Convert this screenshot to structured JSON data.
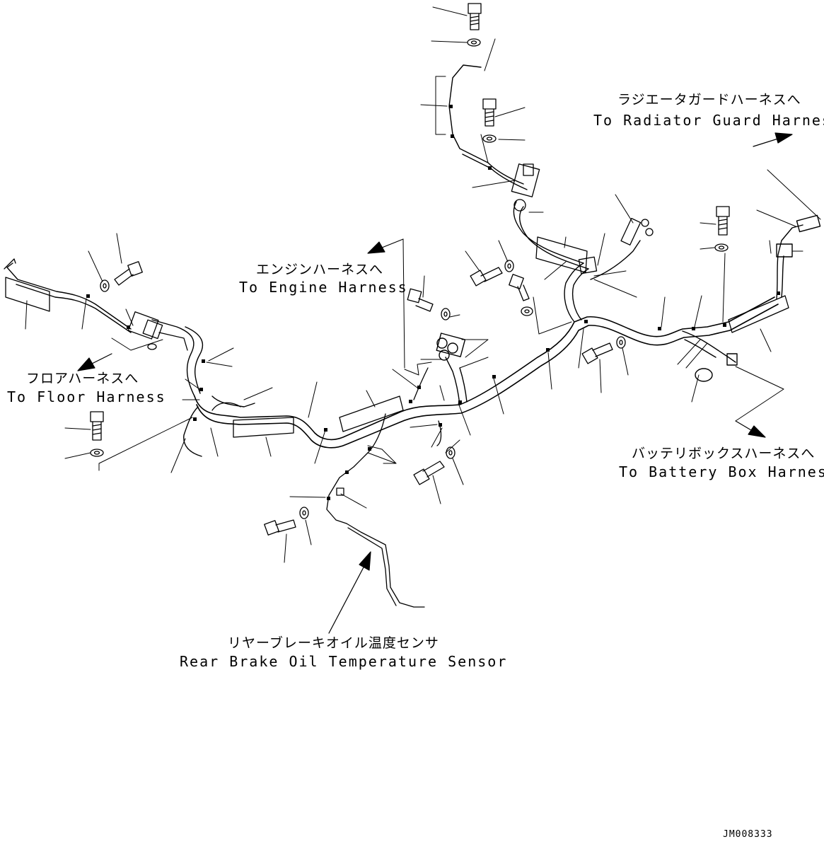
{
  "labels": {
    "radiator": {
      "jp": "ラジエータガードハーネスへ",
      "en": "To Radiator Guard Harness"
    },
    "engine": {
      "jp": "エンジンハーネスへ",
      "en": "To Engine Harness"
    },
    "floor": {
      "jp": "フロアハーネスへ",
      "en": "To Floor Harness"
    },
    "battery": {
      "jp": "バッテリボックスハーネスへ",
      "en": "To Battery Box Harness"
    },
    "sensor": {
      "jp": "リヤーブレーキオイル温度センサ",
      "en": "Rear Brake Oil Temperature Sensor"
    }
  },
  "drawing_code": "JM008333",
  "colors": {
    "line": "#000000",
    "background": "#ffffff"
  }
}
